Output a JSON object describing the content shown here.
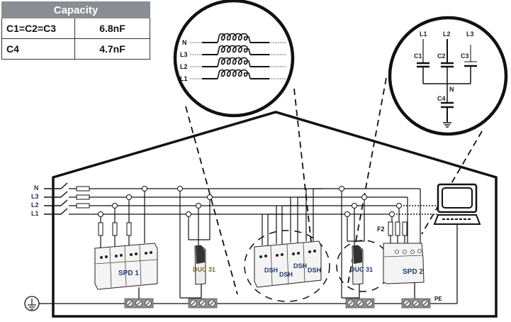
{
  "capacity_table": {
    "header": "Capacity",
    "rows": [
      {
        "name": "C1=C2=C3",
        "value": "6.8nF"
      },
      {
        "name": "C4",
        "value": "4.7nF"
      }
    ]
  },
  "inductor_detail": {
    "labels": [
      "N",
      "L3",
      "L2",
      "L1"
    ]
  },
  "capacitor_detail": {
    "line_labels": [
      "L1",
      "L2",
      "L3"
    ],
    "capacitor_labels": [
      "C1",
      "C2",
      "C3"
    ],
    "neutral_label": "N",
    "c4_label": "C4"
  },
  "supply_lines": [
    "N",
    "L3",
    "L2",
    "L1"
  ],
  "devices": {
    "spd1": "SPD 1",
    "duc31_a": "DUC 31",
    "dsh": [
      "DSH",
      "DSH",
      "DSH",
      "DSH"
    ],
    "duc31_b": "DUC 31",
    "spd2": "SPD 2",
    "fuse_f2": "F2",
    "pe": "PE"
  },
  "colors": {
    "table_header_bg": "#8a8d93",
    "label_text": "#2b2f4a",
    "device_label": "#1f3a6e",
    "terminal_gray": "#8f9296"
  }
}
